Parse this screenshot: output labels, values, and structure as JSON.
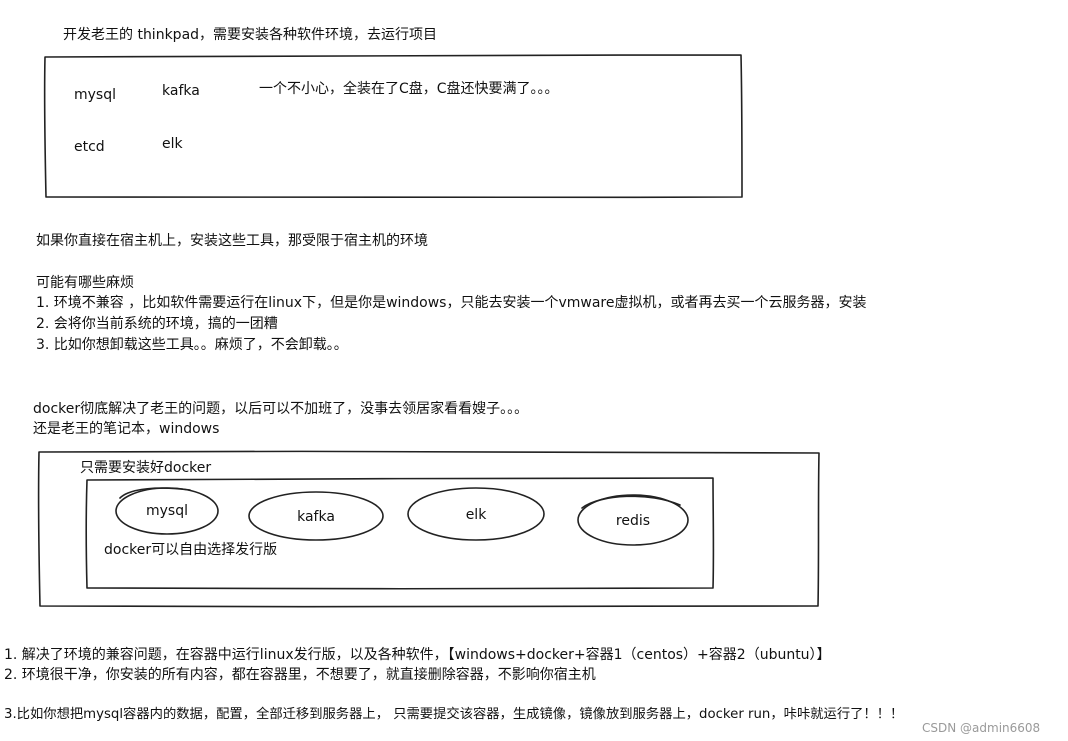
{
  "top": {
    "title": "开发老王的 thinkpad，需要安装各种软件环境，去运行项目",
    "software": [
      "mysql",
      "kafka",
      "etcd",
      "elk"
    ],
    "note": "一个不小心，全装在了C盘，C盘还快要满了。。。"
  },
  "problems": {
    "intro": "如果你直接在宿主机上，安装这些工具，那受限于宿主机的环境",
    "heading": "可能有哪些麻烦",
    "items": [
      "1. 环境不兼容 ，比如软件需要运行在linux下，但是你是windows，只能去安装一个vmware虚拟机，或者再去买一个云服务器，安装",
      "2. 会将你当前系统的环境，搞的一团糟",
      "3. 比如你想卸载这些工具。。麻烦了，不会卸载。。"
    ]
  },
  "docker": {
    "line1": "docker彻底解决了老王的问题，以后可以不加班了，没事去领居家看看嫂子。。。",
    "line2": "还是老王的笔记本，windows",
    "box_title": "只需要安装好docker",
    "containers": [
      "mysql",
      "kafka",
      "elk",
      "redis"
    ],
    "inner_note": "docker可以自由选择发行版"
  },
  "benefits": [
    "1. 解决了环境的兼容问题，在容器中运行linux发行版，以及各种软件，【windows+docker+容器1（centos）+容器2（ubuntu）】",
    "2.  环境很干净，你安装的所有内容，都在容器里，不想要了，就直接删除容器，不影响你宿主机",
    "3.比如你想把mysql容器内的数据，配置，全部迁移到服务器上， 只需要提交该容器，生成镜像，镜像放到服务器上，docker run，咔咔就运行了！！！"
  ],
  "watermark": "CSDN @admin6608"
}
